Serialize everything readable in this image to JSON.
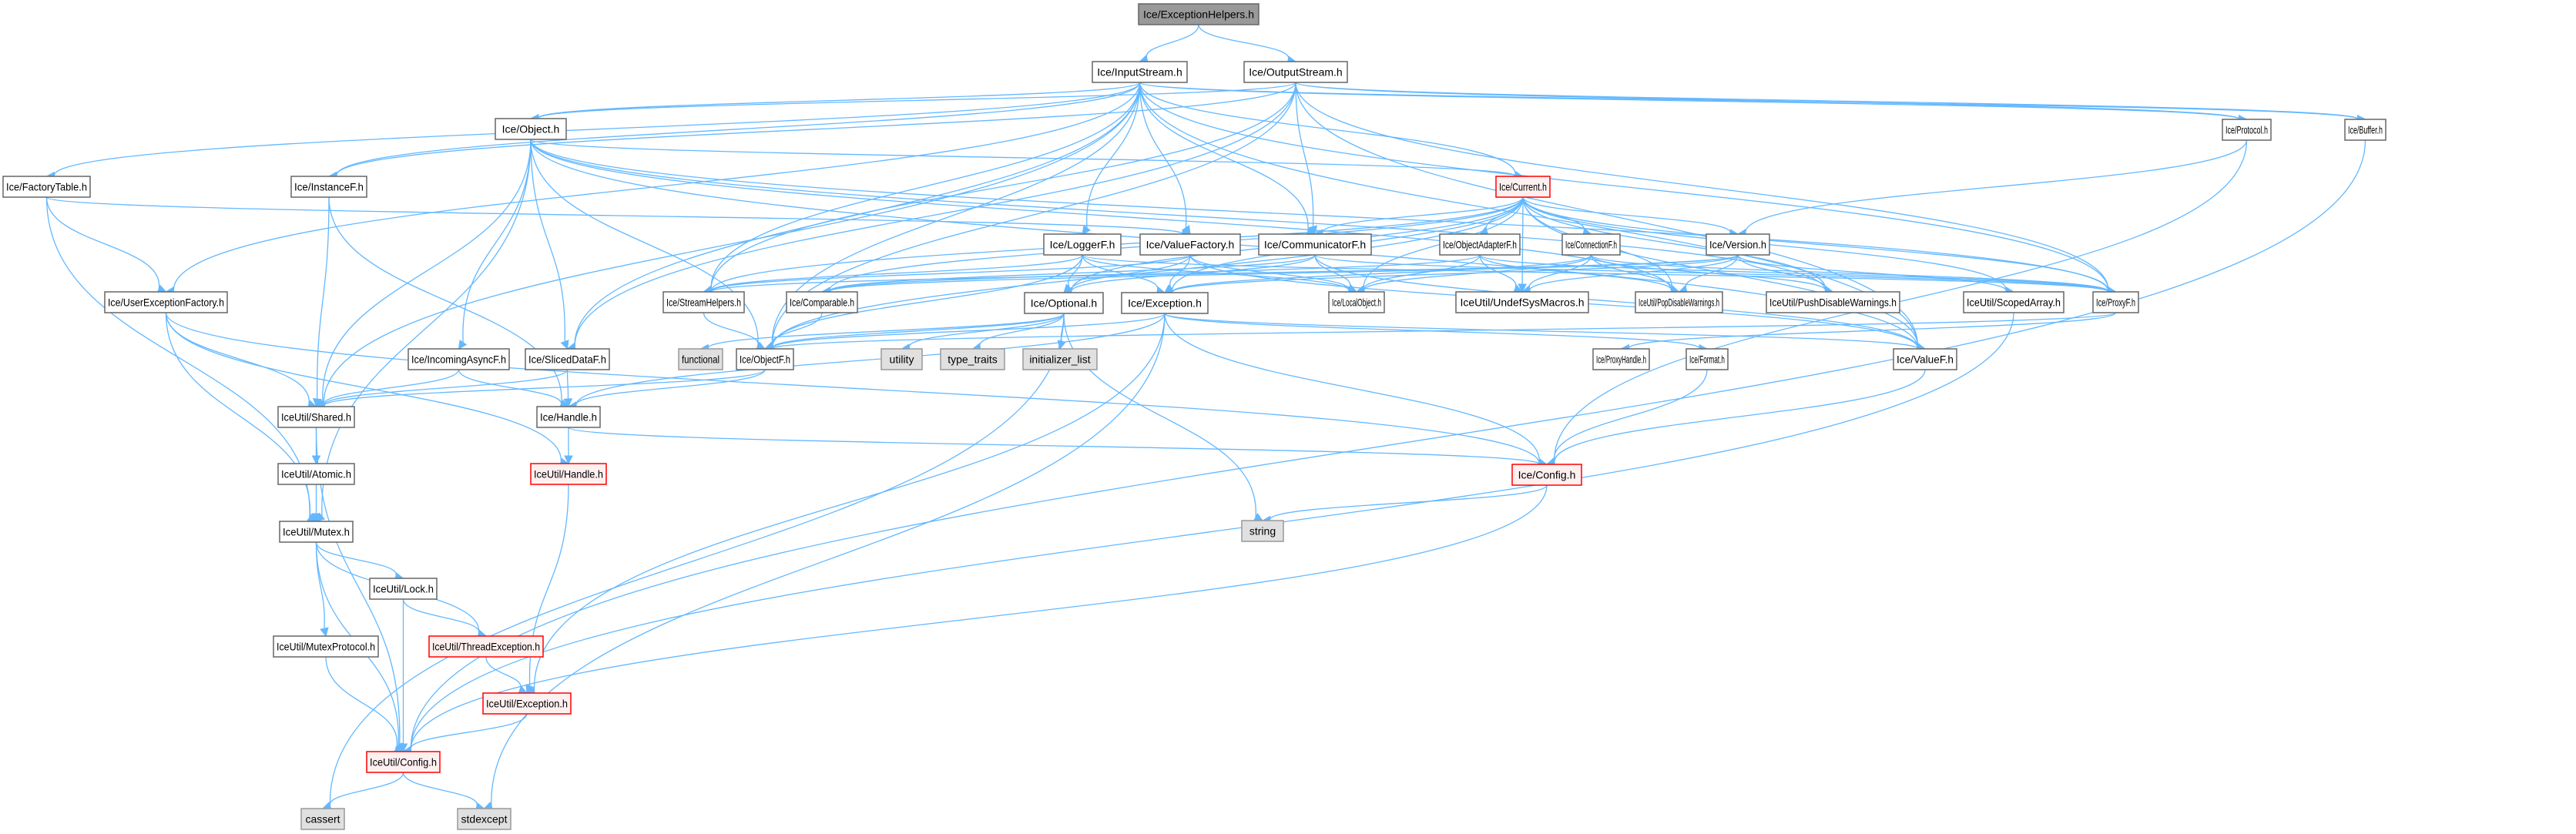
{
  "title": "Ice/ExceptionHelpers.h include dependency graph",
  "styles": {
    "root": {
      "fill": "#999999",
      "stroke": "#666666"
    },
    "normal": {
      "fill": "#ffffff",
      "stroke": "#666666"
    },
    "red": {
      "fill": "#fff0f0",
      "stroke": "#ff0000"
    },
    "system": {
      "fill": "#e0e0e0",
      "stroke": "#999999"
    },
    "edge": "#63b8ff"
  },
  "nodes": [
    {
      "id": "exh",
      "label": "Ice/ExceptionHelpers.h",
      "kind": "root"
    },
    {
      "id": "ins",
      "label": "Ice/InputStream.h",
      "kind": "normal"
    },
    {
      "id": "outs",
      "label": "Ice/OutputStream.h",
      "kind": "normal"
    },
    {
      "id": "obj",
      "label": "Ice/Object.h",
      "kind": "normal"
    },
    {
      "id": "fact",
      "label": "Ice/FactoryTable.h",
      "kind": "normal"
    },
    {
      "id": "instf",
      "label": "Ice/InstanceF.h",
      "kind": "normal"
    },
    {
      "id": "cur",
      "label": "Ice/Current.h",
      "kind": "red"
    },
    {
      "id": "proto",
      "label": "Ice/Protocol.h",
      "kind": "normal"
    },
    {
      "id": "buf",
      "label": "Ice/Buffer.h",
      "kind": "normal"
    },
    {
      "id": "logf",
      "label": "Ice/LoggerF.h",
      "kind": "normal"
    },
    {
      "id": "valfa",
      "label": "Ice/ValueFactory.h",
      "kind": "normal"
    },
    {
      "id": "commf",
      "label": "Ice/CommunicatorF.h",
      "kind": "normal"
    },
    {
      "id": "oadf",
      "label": "Ice/ObjectAdapterF.h",
      "kind": "normal"
    },
    {
      "id": "conf",
      "label": "Ice/ConnectionF.h",
      "kind": "normal"
    },
    {
      "id": "ver",
      "label": "Ice/Version.h",
      "kind": "normal"
    },
    {
      "id": "uef",
      "label": "Ice/UserExceptionFactory.h",
      "kind": "normal"
    },
    {
      "id": "sh",
      "label": "Ice/StreamHelpers.h",
      "kind": "normal"
    },
    {
      "id": "cmp",
      "label": "Ice/Comparable.h",
      "kind": "normal"
    },
    {
      "id": "opt",
      "label": "Ice/Optional.h",
      "kind": "normal"
    },
    {
      "id": "exc",
      "label": "Ice/Exception.h",
      "kind": "normal"
    },
    {
      "id": "lobj",
      "label": "Ice/LocalObject.h",
      "kind": "normal"
    },
    {
      "id": "undef",
      "label": "IceUtil/UndefSysMacros.h",
      "kind": "normal"
    },
    {
      "id": "popdw",
      "label": "IceUtil/PopDisableWarnings.h",
      "kind": "normal"
    },
    {
      "id": "pushdw",
      "label": "IceUtil/PushDisableWarnings.h",
      "kind": "normal"
    },
    {
      "id": "scarr",
      "label": "IceUtil/ScopedArray.h",
      "kind": "normal"
    },
    {
      "id": "proxf",
      "label": "Ice/ProxyF.h",
      "kind": "normal"
    },
    {
      "id": "incaf",
      "label": "Ice/IncomingAsyncF.h",
      "kind": "normal"
    },
    {
      "id": "sdf",
      "label": "Ice/SlicedDataF.h",
      "kind": "normal"
    },
    {
      "id": "func",
      "label": "functional",
      "kind": "system"
    },
    {
      "id": "objf",
      "label": "Ice/ObjectF.h",
      "kind": "normal"
    },
    {
      "id": "util",
      "label": "utility",
      "kind": "system"
    },
    {
      "id": "tt",
      "label": "type_traits",
      "kind": "system"
    },
    {
      "id": "il",
      "label": "initializer_list",
      "kind": "system"
    },
    {
      "id": "proxh",
      "label": "Ice/ProxyHandle.h",
      "kind": "normal"
    },
    {
      "id": "fmt",
      "label": "Ice/Format.h",
      "kind": "normal"
    },
    {
      "id": "valf",
      "label": "Ice/ValueF.h",
      "kind": "normal"
    },
    {
      "id": "shr",
      "label": "IceUtil/Shared.h",
      "kind": "normal"
    },
    {
      "id": "hdl",
      "label": "Ice/Handle.h",
      "kind": "normal"
    },
    {
      "id": "cfg",
      "label": "Ice/Config.h",
      "kind": "red"
    },
    {
      "id": "str",
      "label": "string",
      "kind": "system"
    },
    {
      "id": "atom",
      "label": "IceUtil/Atomic.h",
      "kind": "normal"
    },
    {
      "id": "uhdl",
      "label": "IceUtil/Handle.h",
      "kind": "red"
    },
    {
      "id": "mtx",
      "label": "IceUtil/Mutex.h",
      "kind": "normal"
    },
    {
      "id": "lock",
      "label": "IceUtil/Lock.h",
      "kind": "normal"
    },
    {
      "id": "mtxp",
      "label": "IceUtil/MutexProtocol.h",
      "kind": "normal"
    },
    {
      "id": "thex",
      "label": "IceUtil/ThreadException.h",
      "kind": "red"
    },
    {
      "id": "uexc",
      "label": "IceUtil/Exception.h",
      "kind": "red"
    },
    {
      "id": "ucfg",
      "label": "IceUtil/Config.h",
      "kind": "red"
    },
    {
      "id": "cas",
      "label": "cassert",
      "kind": "system"
    },
    {
      "id": "stdx",
      "label": "stdexcept",
      "kind": "system"
    }
  ],
  "edges": [
    [
      "exh",
      "ins"
    ],
    [
      "exh",
      "outs"
    ],
    [
      "ins",
      "obj"
    ],
    [
      "ins",
      "fact"
    ],
    [
      "ins",
      "instf"
    ],
    [
      "ins",
      "uef"
    ],
    [
      "ins",
      "sh"
    ],
    [
      "ins",
      "logf"
    ],
    [
      "ins",
      "valfa"
    ],
    [
      "ins",
      "commf"
    ],
    [
      "ins",
      "cur"
    ],
    [
      "ins",
      "proto"
    ],
    [
      "ins",
      "buf"
    ],
    [
      "ins",
      "sdf"
    ],
    [
      "ins",
      "proxf"
    ],
    [
      "ins",
      "valf"
    ],
    [
      "ins",
      "objf"
    ],
    [
      "ins",
      "shr"
    ],
    [
      "outs",
      "obj"
    ],
    [
      "outs",
      "instf"
    ],
    [
      "outs",
      "commf"
    ],
    [
      "outs",
      "sh"
    ],
    [
      "outs",
      "proto"
    ],
    [
      "outs",
      "buf"
    ],
    [
      "outs",
      "proxf"
    ],
    [
      "outs",
      "valf"
    ],
    [
      "outs",
      "objf"
    ],
    [
      "outs",
      "sdf"
    ],
    [
      "obj",
      "cur"
    ],
    [
      "obj",
      "incaf"
    ],
    [
      "obj",
      "sdf"
    ],
    [
      "obj",
      "objf"
    ],
    [
      "obj",
      "shr"
    ],
    [
      "obj",
      "mtx"
    ],
    [
      "obj",
      "proxf"
    ],
    [
      "obj",
      "valf"
    ],
    [
      "obj",
      "popdw"
    ],
    [
      "obj",
      "pushdw"
    ],
    [
      "fact",
      "uef"
    ],
    [
      "fact",
      "mtx"
    ],
    [
      "fact",
      "valfa"
    ],
    [
      "instf",
      "shr"
    ],
    [
      "instf",
      "hdl"
    ],
    [
      "cur",
      "objf"
    ],
    [
      "cur",
      "oadf"
    ],
    [
      "cur",
      "conf"
    ],
    [
      "cur",
      "ver"
    ],
    [
      "cur",
      "lobj"
    ],
    [
      "cur",
      "undef"
    ],
    [
      "cur",
      "popdw"
    ],
    [
      "cur",
      "pushdw"
    ],
    [
      "cur",
      "scarr"
    ],
    [
      "cur",
      "proxf"
    ],
    [
      "cur",
      "sh"
    ],
    [
      "cur",
      "cmp"
    ],
    [
      "cur",
      "opt"
    ],
    [
      "cur",
      "exc"
    ],
    [
      "cur",
      "commf"
    ],
    [
      "cur",
      "valf"
    ],
    [
      "proto",
      "cfg"
    ],
    [
      "proto",
      "ver"
    ],
    [
      "buf",
      "ucfg"
    ],
    [
      "logf",
      "opt"
    ],
    [
      "logf",
      "exc"
    ],
    [
      "logf",
      "sh"
    ],
    [
      "logf",
      "lobj"
    ],
    [
      "logf",
      "proxf"
    ],
    [
      "logf",
      "objf"
    ],
    [
      "valfa",
      "exc"
    ],
    [
      "valfa",
      "opt"
    ],
    [
      "valfa",
      "valf"
    ],
    [
      "valfa",
      "sh"
    ],
    [
      "valfa",
      "lobj"
    ],
    [
      "commf",
      "lobj"
    ],
    [
      "commf",
      "proxf"
    ],
    [
      "commf",
      "cmp"
    ],
    [
      "commf",
      "opt"
    ],
    [
      "commf",
      "valf"
    ],
    [
      "oadf",
      "lobj"
    ],
    [
      "oadf",
      "undef"
    ],
    [
      "oadf",
      "popdw"
    ],
    [
      "oadf",
      "proxf"
    ],
    [
      "oadf",
      "cmp"
    ],
    [
      "conf",
      "lobj"
    ],
    [
      "conf",
      "undef"
    ],
    [
      "conf",
      "popdw"
    ],
    [
      "conf",
      "pushdw"
    ],
    [
      "conf",
      "proxf"
    ],
    [
      "conf",
      "exc"
    ],
    [
      "ver",
      "undef"
    ],
    [
      "ver",
      "popdw"
    ],
    [
      "ver",
      "pushdw"
    ],
    [
      "ver",
      "scarr"
    ],
    [
      "ver",
      "cmp"
    ],
    [
      "ver",
      "sh"
    ],
    [
      "ver",
      "exc"
    ],
    [
      "uef",
      "shr"
    ],
    [
      "uef",
      "uhdl"
    ],
    [
      "uef",
      "cfg"
    ],
    [
      "uef",
      "mtx"
    ],
    [
      "sh",
      "objf"
    ],
    [
      "cmp",
      "objf"
    ],
    [
      "opt",
      "util"
    ],
    [
      "opt",
      "tt"
    ],
    [
      "opt",
      "il"
    ],
    [
      "opt",
      "objf"
    ],
    [
      "opt",
      "func"
    ],
    [
      "opt",
      "str"
    ],
    [
      "opt",
      "cas"
    ],
    [
      "exc",
      "objf"
    ],
    [
      "exc",
      "hdl"
    ],
    [
      "exc",
      "cfg"
    ],
    [
      "exc",
      "uexc"
    ],
    [
      "exc",
      "stdx"
    ],
    [
      "exc",
      "fmt"
    ],
    [
      "exc",
      "valf"
    ],
    [
      "proxf",
      "proxh"
    ],
    [
      "proxf",
      "objf"
    ],
    [
      "scarr",
      "ucfg"
    ],
    [
      "incaf",
      "shr"
    ],
    [
      "incaf",
      "hdl"
    ],
    [
      "sdf",
      "shr"
    ],
    [
      "sdf",
      "hdl"
    ],
    [
      "objf",
      "hdl"
    ],
    [
      "objf",
      "shr"
    ],
    [
      "fmt",
      "cfg"
    ],
    [
      "valf",
      "cfg"
    ],
    [
      "shr",
      "atom"
    ],
    [
      "shr",
      "ucfg"
    ],
    [
      "hdl",
      "uhdl"
    ],
    [
      "hdl",
      "cfg"
    ],
    [
      "cfg",
      "str"
    ],
    [
      "cfg",
      "ucfg"
    ],
    [
      "atom",
      "mtx"
    ],
    [
      "uhdl",
      "uexc"
    ],
    [
      "mtx",
      "lock"
    ],
    [
      "mtx",
      "mtxp"
    ],
    [
      "mtx",
      "thex"
    ],
    [
      "mtx",
      "ucfg"
    ],
    [
      "lock",
      "thex"
    ],
    [
      "lock",
      "ucfg"
    ],
    [
      "mtxp",
      "ucfg"
    ],
    [
      "thex",
      "uexc"
    ],
    [
      "uexc",
      "ucfg"
    ],
    [
      "ucfg",
      "cas"
    ],
    [
      "ucfg",
      "stdx"
    ]
  ]
}
